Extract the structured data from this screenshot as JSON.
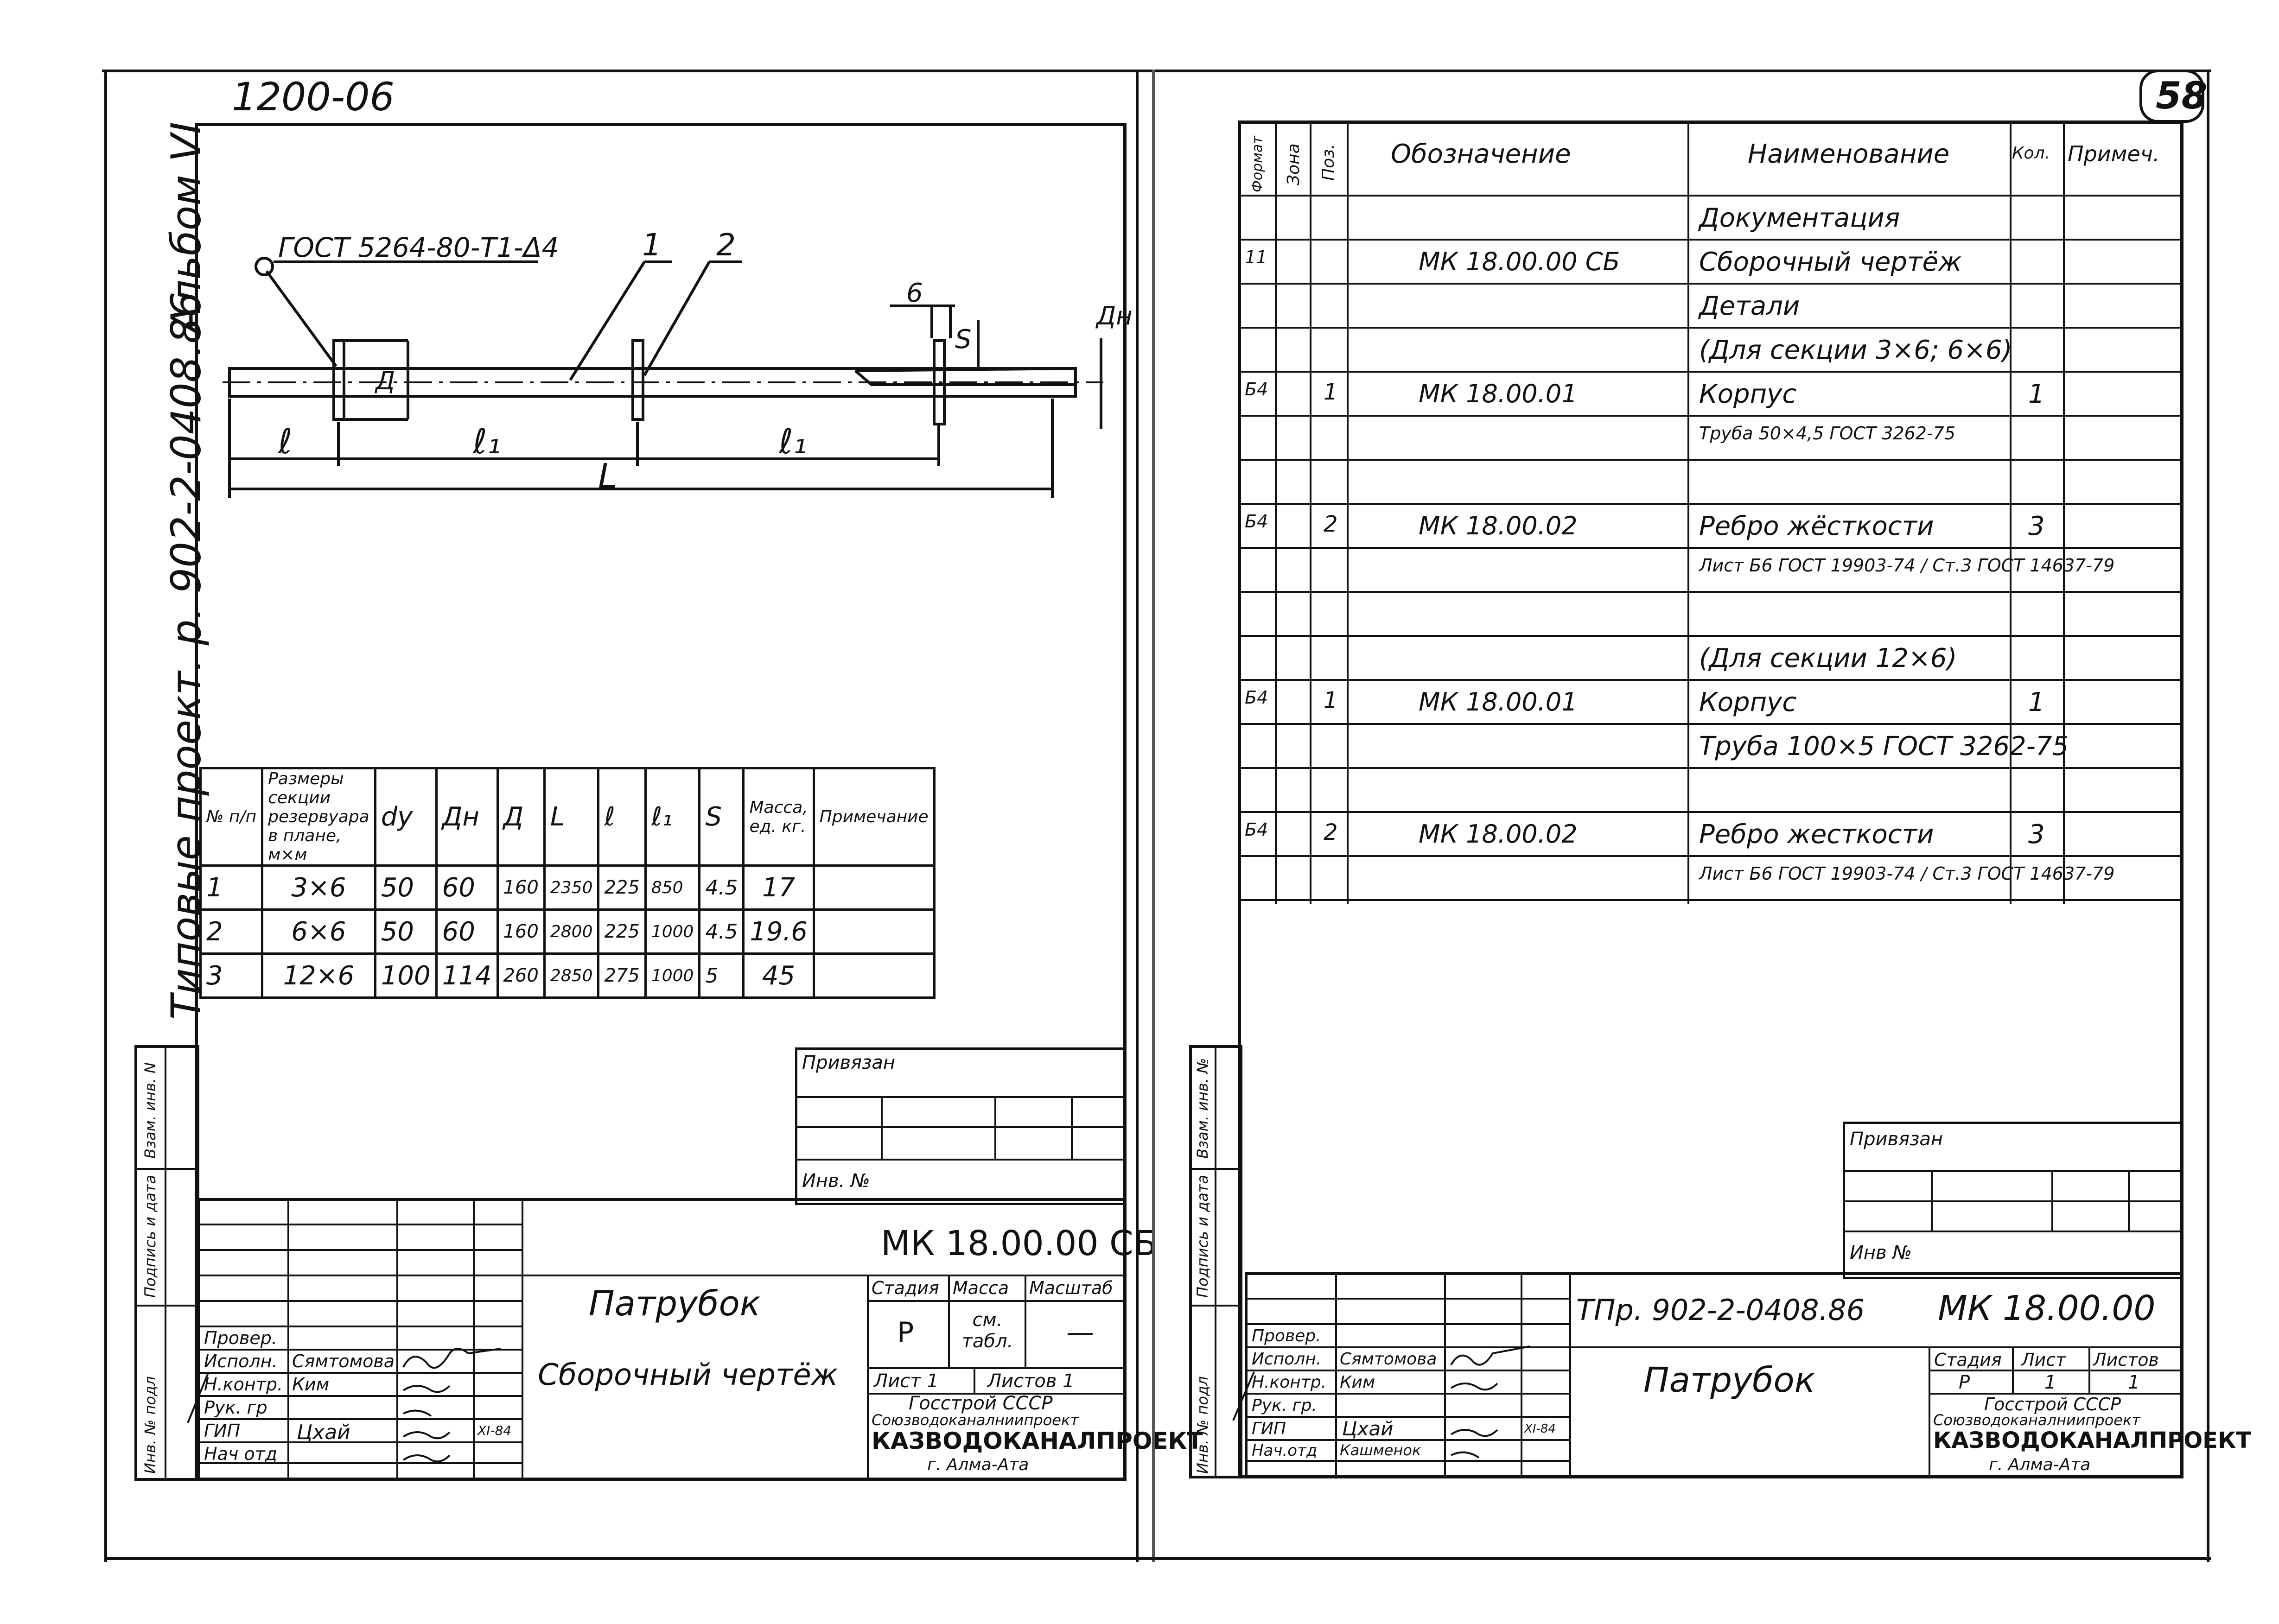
{
  "left_sheet": {
    "top_code": "1200-06",
    "side_title": "Типовые проект. р. 902-2-0408.86",
    "album": "Альбом VI",
    "callout_gost": "ГОСТ 5264-80-Т1-Δ4",
    "callouts": [
      "1",
      "2"
    ],
    "dim_labels": {
      "l": "ℓ",
      "l1a": "ℓ₁",
      "l1b": "ℓ₁",
      "L": "L",
      "D": "Д",
      "Dn": "Дн",
      "six": "6",
      "s": "S"
    },
    "table": {
      "headers": [
        "№ п/п",
        "Размеры секции резервуара в плане, м×м",
        "dy",
        "Дн",
        "Д",
        "L",
        "ℓ",
        "ℓ₁",
        "S",
        "Масса, ед. кг.",
        "Примечание"
      ],
      "rows": [
        [
          "1",
          "3×6",
          "50",
          "60",
          "160",
          "2350",
          "225",
          "850",
          "4.5",
          "17",
          ""
        ],
        [
          "2",
          "6×6",
          "50",
          "60",
          "160",
          "2800",
          "225",
          "1000",
          "4.5",
          "19.6",
          ""
        ],
        [
          "3",
          "12×6",
          "100",
          "114",
          "260",
          "2850",
          "275",
          "1000",
          "5",
          "45",
          ""
        ]
      ]
    },
    "privyazan": "Привязан",
    "inv_no": "Инв. №",
    "stamp": {
      "code": "МК 18.00.00 СБ",
      "title": "Патрубок",
      "subtitle": "Сборочный чертёж",
      "stage_label": "Стадия",
      "mass_label": "Масса",
      "scale_label": "Масштаб",
      "stage": "Р",
      "mass": "см. табл.",
      "scale": "—",
      "sheet": "Лист 1",
      "sheets": "Листов 1",
      "org1": "Госстрой СССР",
      "org2": "Союзводоканалниипроект",
      "org3": "КАЗВОДОКАНАЛПРОЕКТ",
      "org4": "г. Алма-Ата",
      "roles": [
        "Провер.",
        "Исполн.",
        "Н.контр.",
        "Рук. гр",
        "ГИП",
        "Нач отд"
      ],
      "names": [
        "",
        "Сямтомова",
        "Ким",
        "",
        "Цхай",
        ""
      ],
      "date": "XI-84"
    },
    "side_stamp": [
      "Инв. № подл",
      "Подпись и дата",
      "Взам. инв. N"
    ]
  },
  "right_sheet": {
    "page_no": "58",
    "headers": [
      "Формат",
      "Зона",
      "Поз.",
      "Обозначение",
      "Наименование",
      "Кол.",
      "Примеч."
    ],
    "rows": [
      {
        "fmt": "",
        "pos": "",
        "code": "",
        "name": "Документация",
        "qty": ""
      },
      {
        "fmt": "11",
        "pos": "",
        "code": "МК 18.00.00 СБ",
        "name": "Сборочный чертёж",
        "qty": ""
      },
      {
        "fmt": "",
        "pos": "",
        "code": "",
        "name": "Детали",
        "qty": ""
      },
      {
        "fmt": "",
        "pos": "",
        "code": "",
        "name": "(Для секции 3×6; 6×6)",
        "qty": ""
      },
      {
        "fmt": "Б4",
        "pos": "1",
        "code": "МК 18.00.01",
        "name": "Корпус",
        "qty": "1"
      },
      {
        "fmt": "",
        "pos": "",
        "code": "",
        "name": "Труба 50×4,5 ГОСТ 3262-75",
        "qty": ""
      },
      {
        "fmt": "",
        "pos": "",
        "code": "",
        "name": "",
        "qty": ""
      },
      {
        "fmt": "Б4",
        "pos": "2",
        "code": "МК 18.00.02",
        "name": "Ребро жёсткости",
        "qty": "3"
      },
      {
        "fmt": "",
        "pos": "",
        "code": "",
        "name": "Лист Б6 ГОСТ 19903-74 / Ст.3 ГОСТ 14637-79",
        "qty": ""
      },
      {
        "fmt": "",
        "pos": "",
        "code": "",
        "name": "",
        "qty": ""
      },
      {
        "fmt": "",
        "pos": "",
        "code": "",
        "name": "(Для секции 12×6)",
        "qty": ""
      },
      {
        "fmt": "Б4",
        "pos": "1",
        "code": "МК 18.00.01",
        "name": "Корпус",
        "qty": "1"
      },
      {
        "fmt": "",
        "pos": "",
        "code": "",
        "name": "Труба 100×5 ГОСТ 3262-75",
        "qty": ""
      },
      {
        "fmt": "",
        "pos": "",
        "code": "",
        "name": "",
        "qty": ""
      },
      {
        "fmt": "Б4",
        "pos": "2",
        "code": "МК 18.00.02",
        "name": "Ребро жесткости",
        "qty": "3"
      },
      {
        "fmt": "",
        "pos": "",
        "code": "",
        "name": "Лист Б6 ГОСТ 19903-74 / Ст.3 ГОСТ 14637-79",
        "qty": ""
      }
    ],
    "privyazan": "Привязан",
    "inv_no": "Инв №",
    "stamp": {
      "project": "ТПр. 902-2-0408.86",
      "code": "МК 18.00.00",
      "title": "Патрубок",
      "stage_label": "Стадия",
      "sheet_label": "Лист",
      "sheets_label": "Листов",
      "stage": "Р",
      "sheet": "1",
      "sheets": "1",
      "org1": "Госстрой СССР",
      "org2": "Союзводоканалниипроект",
      "org3": "КАЗВОДОКАНАЛПРОЕКТ",
      "org4": "г. Алма-Ата",
      "roles": [
        "Провер.",
        "Исполн.",
        "Н.контр.",
        "Рук. гр.",
        "ГИП",
        "Нач.отд"
      ],
      "names": [
        "",
        "Сямтомова",
        "Ким",
        "",
        "Цхай",
        "Кашменок"
      ],
      "date": "XI-84"
    },
    "side_stamp": [
      "Инв. № подл",
      "Подпись и дата",
      "Взам. инв. №"
    ]
  }
}
